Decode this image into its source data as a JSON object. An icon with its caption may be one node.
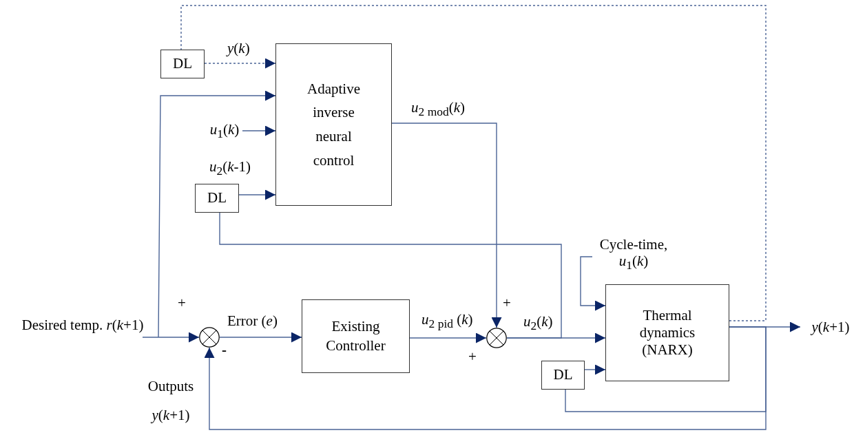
{
  "diagram": {
    "nodes": [
      {
        "text": [
          "DL"
        ]
      },
      {
        "text": [
          "Adaptive inverse neural control"
        ]
      },
      {
        "text": [
          "DL"
        ]
      },
      {
        "text": [],
        "shape": "circle"
      },
      {
        "text": [
          "Existing Controller"
        ]
      },
      {
        "text": [],
        "shape": "circle"
      },
      {
        "text": [
          "Thermal dynamics (NARX)"
        ]
      },
      {
        "text": [
          "DL"
        ]
      },
      {
        "text": [
          "Desired temp. *r*(*k*+1)"
        ]
      },
      {
        "text": [
          "*y*(*k*+1)"
        ]
      },
      {
        "text": [
          "Cycle-time, *u*$_{1}$(*k*)"
        ]
      },
      {
        "text": [
          "*u*$_{1}$(*k*)"
        ]
      }
    ],
    "edges": [
      {
        "from": 8,
        "to": 3,
        "arrow": "to"
      },
      {
        "from": 8,
        "to": 1,
        "arrow": "to"
      },
      {
        "from": 0,
        "to": 1,
        "arrow": "to",
        "label": "*y*(*k*)",
        "style": "dashed"
      },
      {
        "from": 6,
        "to": 0,
        "arrow": "none",
        "style": "dashed"
      },
      {
        "from": 11,
        "to": 1,
        "arrow": "to"
      },
      {
        "from": 2,
        "to": 1,
        "arrow": "to",
        "label": "*u*$_{2}$(*k*-1)"
      },
      {
        "from": 1,
        "to": 5,
        "arrow": "to",
        "label": "*u*$_{2 mod}$(*k*)"
      },
      {
        "from": 5,
        "to": 2,
        "arrow": "none"
      },
      {
        "from": 3,
        "to": 4,
        "arrow": "to",
        "label": "Error (*e*)"
      },
      {
        "from": 4,
        "to": 5,
        "arrow": "to",
        "label": "*u*$_{2 pid}$ (*k*)"
      },
      {
        "from": 5,
        "to": 6,
        "arrow": "to",
        "label": "*u*$_{2}$(*k*)"
      },
      {
        "from": 10,
        "to": 6,
        "arrow": "to"
      },
      {
        "from": 7,
        "to": 6,
        "arrow": "to"
      },
      {
        "from": 6,
        "to": 9,
        "arrow": "to"
      },
      {
        "from": 6,
        "to": 7,
        "arrow": "none"
      },
      {
        "from": 6,
        "to": 3,
        "arrow": "to",
        "label": "Outputs *y*(*k*+1)"
      }
    ],
    "labels": [
      "+",
      "-",
      "+",
      "+"
    ]
  }
}
